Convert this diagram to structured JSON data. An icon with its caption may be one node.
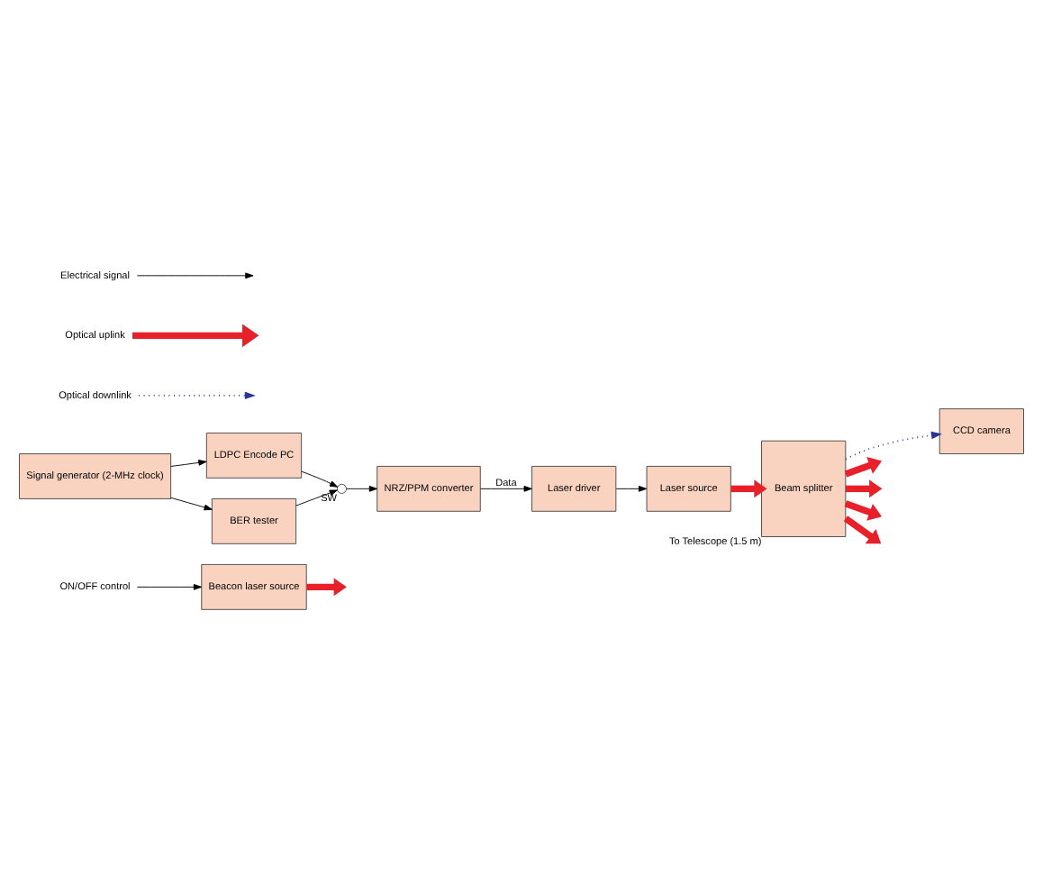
{
  "diagram": {
    "nodes": [
      {
        "text": [
          "Beacon laser source"
        ]
      },
      {
        "text": [
          "ON/OFF control"
        ]
      },
      {
        "text": [
          "Beam splitter"
        ],
        "beside": [
          "To Telescope (1.5 m)"
        ]
      },
      {
        "text": [
          "CCD camera"
        ]
      },
      {
        "text": [
          "Laser source"
        ]
      },
      {
        "text": [
          "Laser driver"
        ]
      },
      {
        "text": [
          "LDPC Encode PC"
        ]
      },
      {
        "text": [
          "Signal generator (2-MHz clock)"
        ]
      },
      {
        "text": [
          "BER tester"
        ]
      },
      {
        "text": [],
        "shape": "circle",
        "beside": [
          "SW"
        ]
      },
      {
        "text": [
          "NRZ/PPM converter"
        ]
      }
    ],
    "edges": [
      {
        "from": 0,
        "to": null,
        "arrow": "to",
        "style": "thick",
        "color": "#e8202a"
      },
      {
        "from": 1,
        "to": 0,
        "arrow": "to"
      },
      {
        "from": 2,
        "to": null,
        "arrow": "to",
        "style": "thick",
        "color": "#e8202a"
      },
      {
        "from": 2,
        "to": null,
        "arrow": "to",
        "style": "thick",
        "color": "#e8202a"
      },
      {
        "from": 2,
        "to": null,
        "arrow": "to",
        "style": "thick",
        "color": "#e8202a"
      },
      {
        "from": 2,
        "to": null,
        "arrow": "to",
        "style": "thick",
        "color": "#e8202a"
      },
      {
        "from": 4,
        "to": 2,
        "arrow": "to",
        "style": "thick",
        "color": "#e8202a"
      },
      {
        "from": 2,
        "to": 3,
        "arrow": "to",
        "style": "dashed",
        "color": "#2a3593"
      },
      {
        "from": 5,
        "to": 4,
        "arrow": "to"
      },
      {
        "from": 10,
        "to": 5,
        "arrow": "to",
        "label": "Data"
      },
      {
        "from": 7,
        "to": 6,
        "arrow": "to"
      },
      {
        "from": 7,
        "to": 8,
        "arrow": "to"
      },
      {
        "from": 6,
        "to": 9,
        "arrow": "to"
      },
      {
        "from": 8,
        "to": 9,
        "arrow": "to"
      },
      {
        "from": 9,
        "to": 10,
        "arrow": "to"
      }
    ],
    "legend": [
      {
        "text": "Electrical signal"
      },
      {
        "text": "Optical uplink"
      },
      {
        "text": "Optical downlink"
      }
    ]
  }
}
